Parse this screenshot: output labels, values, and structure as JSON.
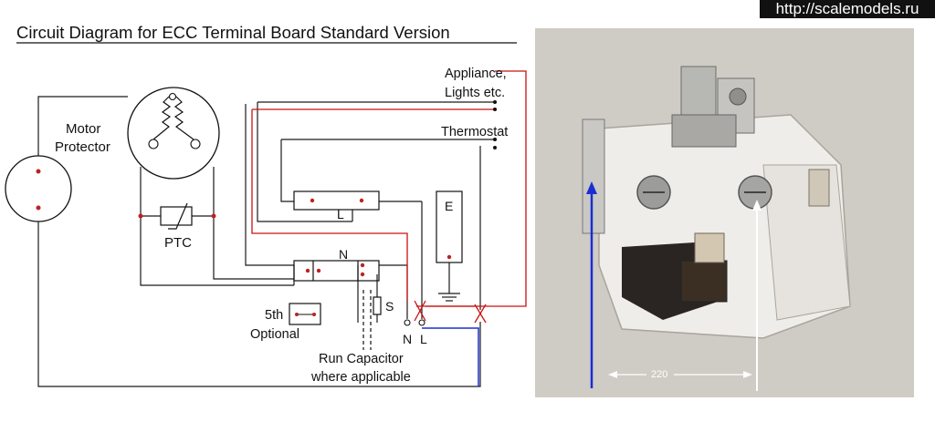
{
  "watermark": "http://scalemodels.ru",
  "diagram": {
    "title": "Circuit Diagram for ECC Terminal Board Standard Version",
    "motor_protector": [
      "Motor",
      "Protector"
    ],
    "ptc": "PTC",
    "appliance": [
      "Appliance,",
      "Lights etc."
    ],
    "thermostat": "Thermostat",
    "terminal_l": "L",
    "terminal_n": "N",
    "terminal_e": "E",
    "switch_s": "S",
    "fifth": [
      "5th",
      "Optional"
    ],
    "capacitor": [
      "Run Capacitor",
      "where applicable"
    ],
    "bottom_n": "N",
    "bottom_l": "L"
  },
  "photo": {
    "dimension": "220"
  },
  "colors": {
    "wire": "#1a1a1a",
    "red_wire": "#cc1111",
    "blue_wire": "#1a2ed0",
    "photo_bg": "#cfcbc5"
  }
}
